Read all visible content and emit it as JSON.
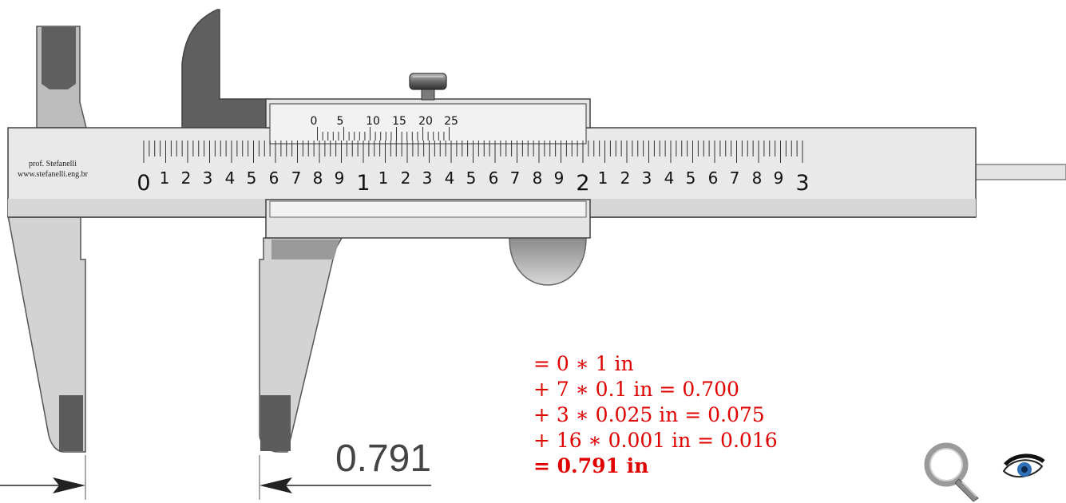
{
  "credit": {
    "author": "prof. Stefanelli",
    "site": "www.stefanelli.eng.br"
  },
  "main_scale": {
    "major_labels": [
      "0",
      "1",
      "2",
      "3"
    ],
    "minor_labels": [
      "1",
      "2",
      "3",
      "4",
      "5",
      "6",
      "7",
      "8",
      "9"
    ]
  },
  "vernier_scale": {
    "labels": [
      "0",
      "5",
      "10",
      "15",
      "20",
      "25"
    ]
  },
  "reading": {
    "value": "0.791",
    "inches": 0.791
  },
  "calculation": {
    "line1": "= 0 ∗ 1 in",
    "line2": "+ 7 ∗ 0.1 in = 0.700",
    "line3": "+ 3 ∗ 0.025 in = 0.075",
    "line4": "+ 16 ∗ 0.001 in = 0.016",
    "total": "= 0.791 in"
  },
  "icons": {
    "zoom": "magnifier-icon",
    "view": "eye-icon"
  },
  "colors": {
    "calc_text": "#e00000",
    "body_light": "#e9e9e9",
    "jaw_light": "#cfcfcf",
    "jaw_dark": "#5f5f5f"
  }
}
